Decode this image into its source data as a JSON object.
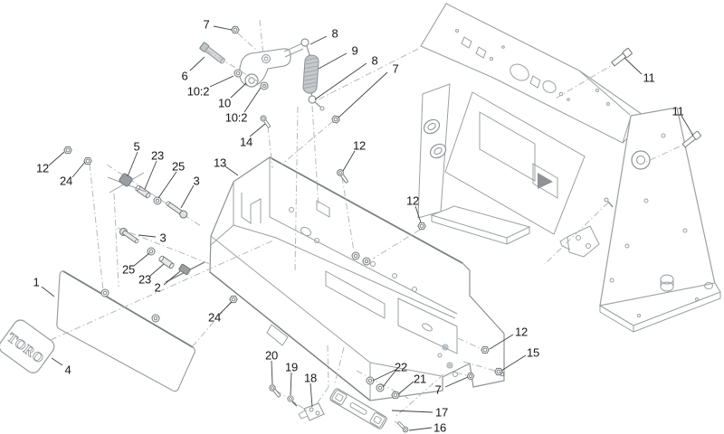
{
  "decal": {
    "text": "TORO"
  },
  "palette": {
    "background": "#ffffff",
    "line": "#9aa0a3",
    "line_dark": "#7a7f82",
    "leader": "#3f4245",
    "dash": "#b4b8ba",
    "part_fill_dark": "#9b9ea1",
    "part_fill_light": "#d6d8da",
    "callout_text": "#161616"
  },
  "callouts": [
    {
      "label": "7"
    },
    {
      "label": "6"
    },
    {
      "label": "10:2"
    },
    {
      "label": "10"
    },
    {
      "label": "10:2"
    },
    {
      "label": "8"
    },
    {
      "label": "9"
    },
    {
      "label": "8"
    },
    {
      "label": "7"
    },
    {
      "label": "14"
    },
    {
      "label": "12"
    },
    {
      "label": "13"
    },
    {
      "label": "11"
    },
    {
      "label": "11"
    },
    {
      "label": "12"
    },
    {
      "label": "24"
    },
    {
      "label": "5"
    },
    {
      "label": "23"
    },
    {
      "label": "25"
    },
    {
      "label": "3"
    },
    {
      "label": "3"
    },
    {
      "label": "25"
    },
    {
      "label": "23"
    },
    {
      "label": "2"
    },
    {
      "label": "1"
    },
    {
      "label": "4"
    },
    {
      "label": "24"
    },
    {
      "label": "12"
    },
    {
      "label": "20"
    },
    {
      "label": "19"
    },
    {
      "label": "18"
    },
    {
      "label": "22"
    },
    {
      "label": "21"
    },
    {
      "label": "7"
    },
    {
      "label": "17"
    },
    {
      "label": "16"
    },
    {
      "label": "12"
    },
    {
      "label": "15"
    }
  ]
}
